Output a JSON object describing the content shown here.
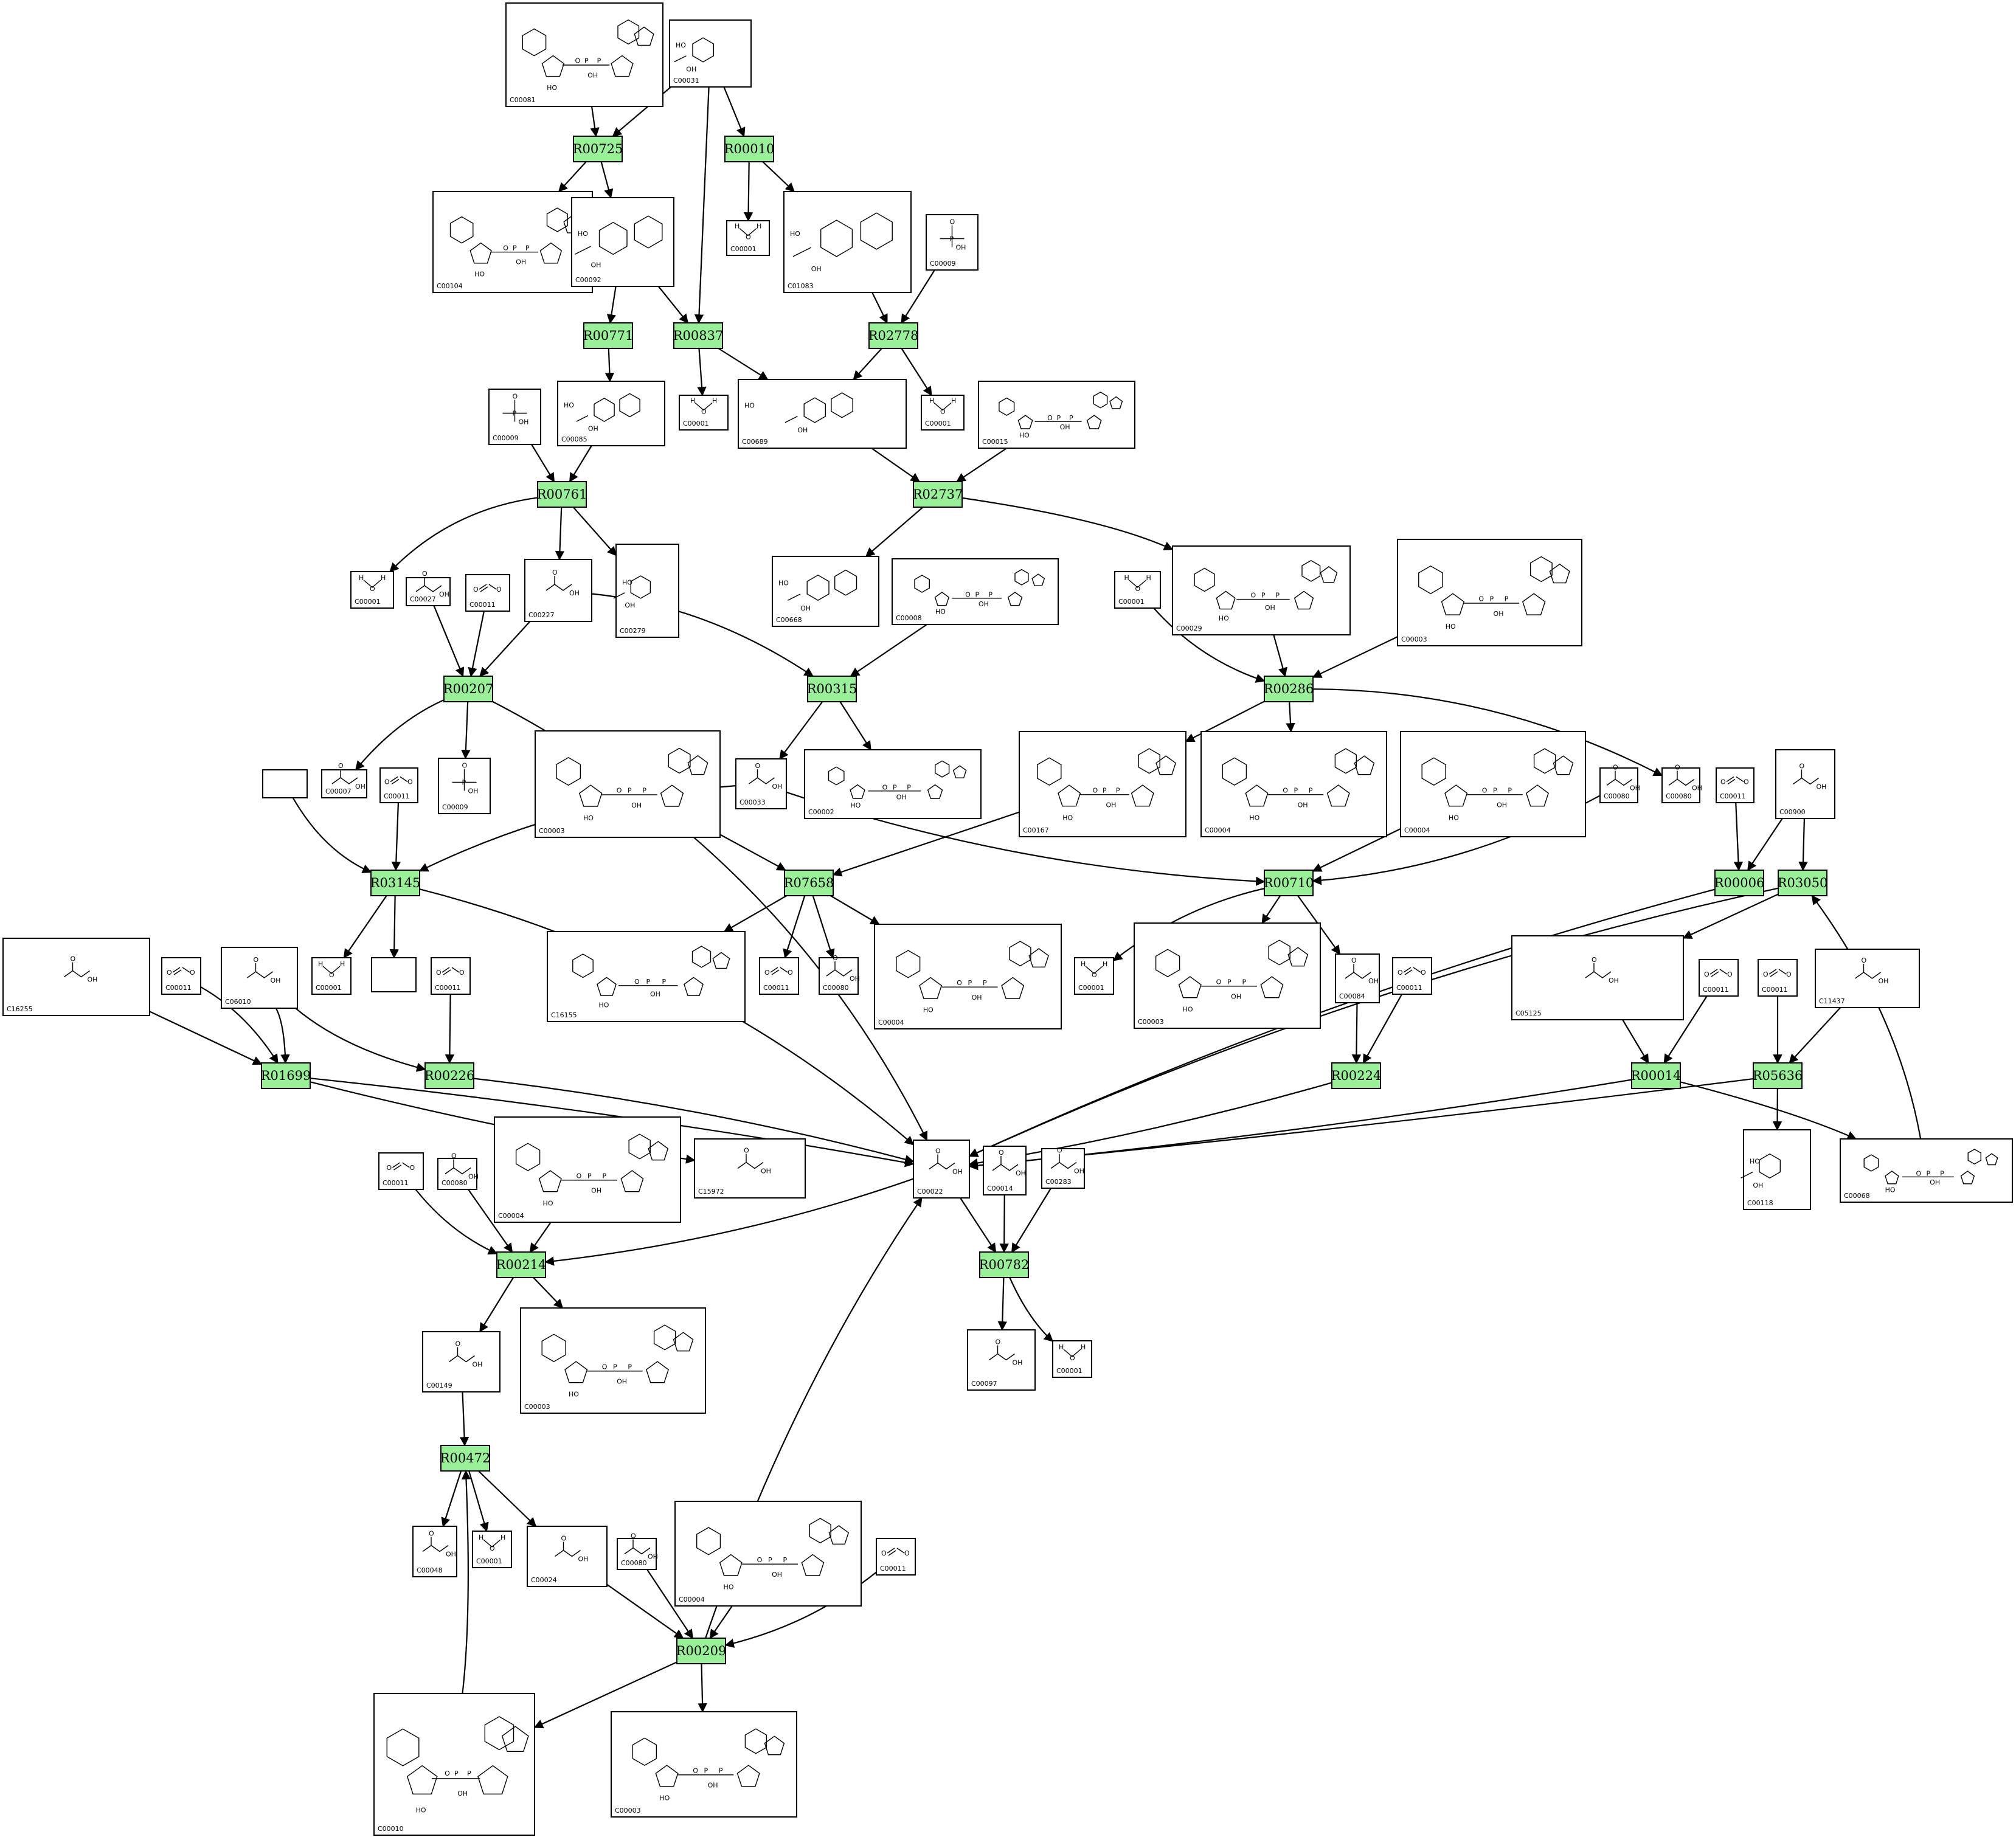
{
  "reactions": [
    {
      "id": "R00725",
      "label": "R00725"
    },
    {
      "id": "R00010",
      "label": "R00010"
    },
    {
      "id": "R00771",
      "label": "R00771"
    },
    {
      "id": "R00837",
      "label": "R00837"
    },
    {
      "id": "R02778",
      "label": "R02778"
    },
    {
      "id": "R00761",
      "label": "R00761"
    },
    {
      "id": "R02737",
      "label": "R02737"
    },
    {
      "id": "R00207",
      "label": "R00207"
    },
    {
      "id": "R00315",
      "label": "R00315"
    },
    {
      "id": "R00286",
      "label": "R00286"
    },
    {
      "id": "R03145",
      "label": "R03145"
    },
    {
      "id": "R07658",
      "label": "R07658"
    },
    {
      "id": "R00710",
      "label": "R00710"
    },
    {
      "id": "R00006",
      "label": "R00006"
    },
    {
      "id": "R03050",
      "label": "R03050"
    },
    {
      "id": "R01699",
      "label": "R01699"
    },
    {
      "id": "R00226",
      "label": "R00226"
    },
    {
      "id": "R00224",
      "label": "R00224"
    },
    {
      "id": "R00014",
      "label": "R00014"
    },
    {
      "id": "R05636",
      "label": "R05636"
    },
    {
      "id": "R00214",
      "label": "R00214"
    },
    {
      "id": "R00782",
      "label": "R00782"
    },
    {
      "id": "R00472",
      "label": "R00472"
    },
    {
      "id": "R00209",
      "label": "R00209"
    }
  ],
  "compounds": [
    {
      "id": "c00081",
      "code": "C00081"
    },
    {
      "id": "c00031",
      "code": "C00031"
    },
    {
      "id": "c00104",
      "code": "C00104"
    },
    {
      "id": "c00092",
      "code": "C00092"
    },
    {
      "id": "w_a",
      "code": "C00001"
    },
    {
      "id": "c01083",
      "code": "C01083"
    },
    {
      "id": "pi_a",
      "code": "C00009"
    },
    {
      "id": "pi_b",
      "code": "C00009"
    },
    {
      "id": "c00085",
      "code": "C00085"
    },
    {
      "id": "w_b",
      "code": "C00001"
    },
    {
      "id": "c00689",
      "code": "C00689"
    },
    {
      "id": "w_c",
      "code": "C00001"
    },
    {
      "id": "c00015",
      "code": "C00015"
    },
    {
      "id": "w_d",
      "code": "C00001"
    },
    {
      "id": "h2o2",
      "code": "C00027"
    },
    {
      "id": "co2_a",
      "code": "C00011"
    },
    {
      "id": "c00227",
      "code": "C00227"
    },
    {
      "id": "c00279",
      "code": "C00279"
    },
    {
      "id": "c00668",
      "code": "C00668"
    },
    {
      "id": "c00008",
      "code": "C00008"
    },
    {
      "id": "w_e",
      "code": "C00001"
    },
    {
      "id": "c00029",
      "code": "C00029"
    },
    {
      "id": "nad_a",
      "code": "C00003"
    },
    {
      "id": "blank_a",
      "code": ""
    },
    {
      "id": "o2",
      "code": "C00007"
    },
    {
      "id": "co2_b",
      "code": "C00011"
    },
    {
      "id": "pi_c",
      "code": "C00009"
    },
    {
      "id": "nad_b",
      "code": "C00003"
    },
    {
      "id": "c00033",
      "code": "C00033"
    },
    {
      "id": "c00002",
      "code": "C00002"
    },
    {
      "id": "c00167",
      "code": "C00167"
    },
    {
      "id": "nadh_a",
      "code": "C00004"
    },
    {
      "id": "nadh_b",
      "code": "C00004"
    },
    {
      "id": "h_a",
      "code": "C00080"
    },
    {
      "id": "h_b",
      "code": "C00080"
    },
    {
      "id": "co2_c",
      "code": "C00011"
    },
    {
      "id": "c00900",
      "code": "C00900"
    },
    {
      "id": "c16255",
      "code": "C16255"
    },
    {
      "id": "co2_d",
      "code": "C00011"
    },
    {
      "id": "c06010",
      "code": "C06010"
    },
    {
      "id": "w_f",
      "code": "C00001"
    },
    {
      "id": "blank_b",
      "code": ""
    },
    {
      "id": "co2_e",
      "code": "C00011"
    },
    {
      "id": "c16155",
      "code": "C16155"
    },
    {
      "id": "co2_f",
      "code": "C00011"
    },
    {
      "id": "h_c",
      "code": "C00080"
    },
    {
      "id": "nadh_c",
      "code": "C00004"
    },
    {
      "id": "w_g",
      "code": "C00001"
    },
    {
      "id": "nad_c",
      "code": "C00003"
    },
    {
      "id": "c00084",
      "code": "C00084"
    },
    {
      "id": "co2_g",
      "code": "C00011"
    },
    {
      "id": "c05125",
      "code": "C05125"
    },
    {
      "id": "co2_h",
      "code": "C00011"
    },
    {
      "id": "co2_i",
      "code": "C00011"
    },
    {
      "id": "c11437",
      "code": "C11437"
    },
    {
      "id": "co2_j",
      "code": "C00011"
    },
    {
      "id": "h_d",
      "code": "C00080"
    },
    {
      "id": "nadh_d",
      "code": "C00004"
    },
    {
      "id": "c15972",
      "code": "C15972"
    },
    {
      "id": "c00022",
      "code": "C00022"
    },
    {
      "id": "c00014",
      "code": "C00014"
    },
    {
      "id": "c00283",
      "code": "C00283"
    },
    {
      "id": "c00118",
      "code": "C00118"
    },
    {
      "id": "c00068",
      "code": "C00068"
    },
    {
      "id": "c00149",
      "code": "C00149"
    },
    {
      "id": "nad_d",
      "code": "C00003"
    },
    {
      "id": "c00097",
      "code": "C00097"
    },
    {
      "id": "w_h",
      "code": "C00001"
    },
    {
      "id": "c00048",
      "code": "C00048"
    },
    {
      "id": "w_i",
      "code": "C00001"
    },
    {
      "id": "c00024",
      "code": "C00024"
    },
    {
      "id": "h_e",
      "code": "C00080"
    },
    {
      "id": "nadh_e",
      "code": "C00004"
    },
    {
      "id": "co2_k",
      "code": "C00011"
    },
    {
      "id": "c00010",
      "code": "C00010"
    },
    {
      "id": "nad_e",
      "code": "C00003"
    }
  ],
  "colors": {
    "reaction_fill": "#99f099",
    "stroke": "#000000",
    "background": "#ffffff"
  }
}
